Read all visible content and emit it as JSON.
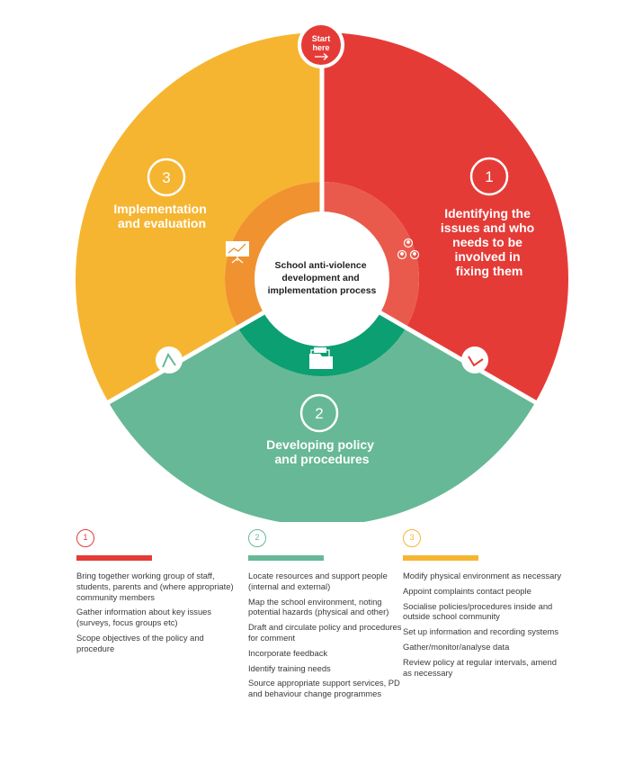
{
  "start": {
    "line1": "Start",
    "line2": "here"
  },
  "center": {
    "line1": "School anti-violence",
    "line2": "development and",
    "line3": "implementation process"
  },
  "segments": [
    {
      "number": "1",
      "label_lines": [
        "Identifying the",
        "issues and who",
        "needs to be",
        "involved in",
        "fixing them"
      ],
      "icon": "people-network-icon",
      "color": "#e53b37",
      "inner_color": "#ea5a4c"
    },
    {
      "number": "2",
      "label_lines": [
        "Developing policy",
        "and procedures"
      ],
      "icon": "folder-icon",
      "color": "#67b896",
      "inner_color": "#0b9f71"
    },
    {
      "number": "3",
      "label_lines": [
        "Implementation",
        "and evaluation"
      ],
      "icon": "presentation-board-icon",
      "color": "#f6b531",
      "inner_color": "#f09230"
    }
  ],
  "columns": [
    {
      "number": "1",
      "color": "#e53b37",
      "items": [
        "Bring together working group of staff, students, parents and (where appropriate) community members",
        "Gather information about key issues (surveys, focus groups etc)",
        "Scope objectives of the policy and procedure"
      ]
    },
    {
      "number": "2",
      "color": "#67b896",
      "items": [
        "Locate resources and support people (internal and external)",
        "Map the school environment, noting potential hazards (physical and other)",
        "Draft and circulate policy and procedures for comment",
        "Incorporate feedback",
        "Identify training needs",
        "Source appropriate support services, PD and behaviour change programmes"
      ]
    },
    {
      "number": "3",
      "color": "#f6b531",
      "items": [
        "Modify physical environment as necessary",
        "Appoint complaints contact people",
        "Socialise policies/procedures inside and outside school community",
        "Set up information and recording systems",
        "Gather/monitor/analyse data",
        "Review policy at regular intervals, amend as necessary"
      ]
    }
  ]
}
